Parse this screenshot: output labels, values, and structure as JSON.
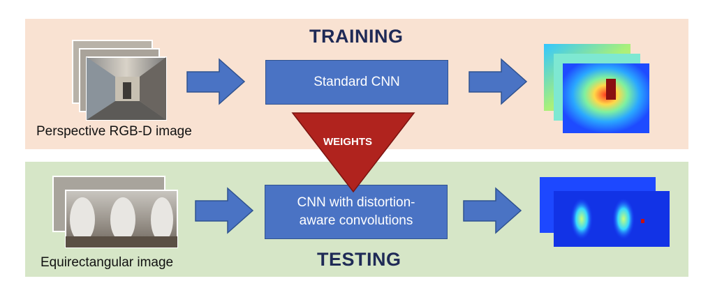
{
  "training": {
    "title": "TRAINING",
    "input_caption": "Perspective RGB-D image",
    "model_label": "Standard CNN"
  },
  "testing": {
    "title": "TESTING",
    "input_caption": "Equirectangular image",
    "model_label_line1": "CNN with distortion-",
    "model_label_line2": "aware convolutions"
  },
  "weights_label": "WEIGHTS",
  "colors": {
    "training_band": "#f9e2d2",
    "testing_band": "#d6e6c7",
    "box_fill": "#4a73c4",
    "arrow_fill": "#4a73c4",
    "weights_triangle": "#b0231e",
    "title_text": "#1f2a56"
  }
}
